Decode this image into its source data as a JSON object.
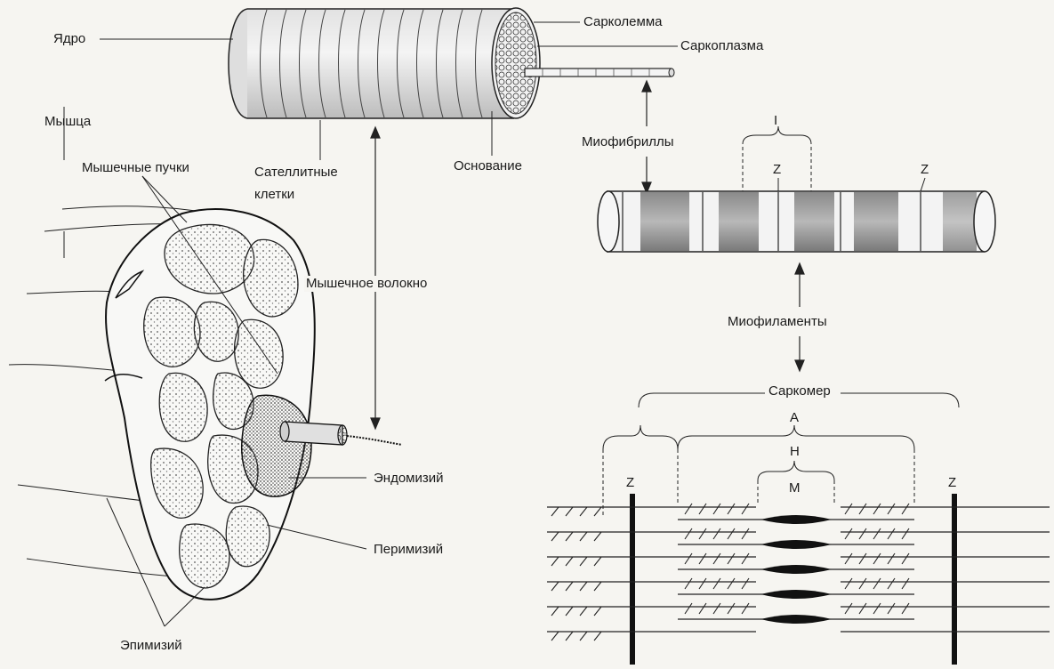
{
  "labels": {
    "nucleus": "Ядро",
    "sarcolemma": "Сарколемма",
    "sarcoplasm": "Саркоплазма",
    "muscle": "Мышца",
    "fascicles": "Мышечные пучки",
    "satellite_line1": "Сателлитные",
    "satellite_line2": "клетки",
    "basement": "Основание",
    "myofibrils": "Миофибриллы",
    "muscle_fiber": "Мышечное волокно",
    "myofilaments": "Миофиламенты",
    "sarcomere": "Саркомер",
    "endomysium": "Эндомизий",
    "perimysium": "Перимизий",
    "epimysium": "Эпимизий"
  },
  "bands": {
    "i_band": "I",
    "z_line": "Z",
    "a_band": "A",
    "h_zone": "H",
    "m_line": "M"
  }
}
